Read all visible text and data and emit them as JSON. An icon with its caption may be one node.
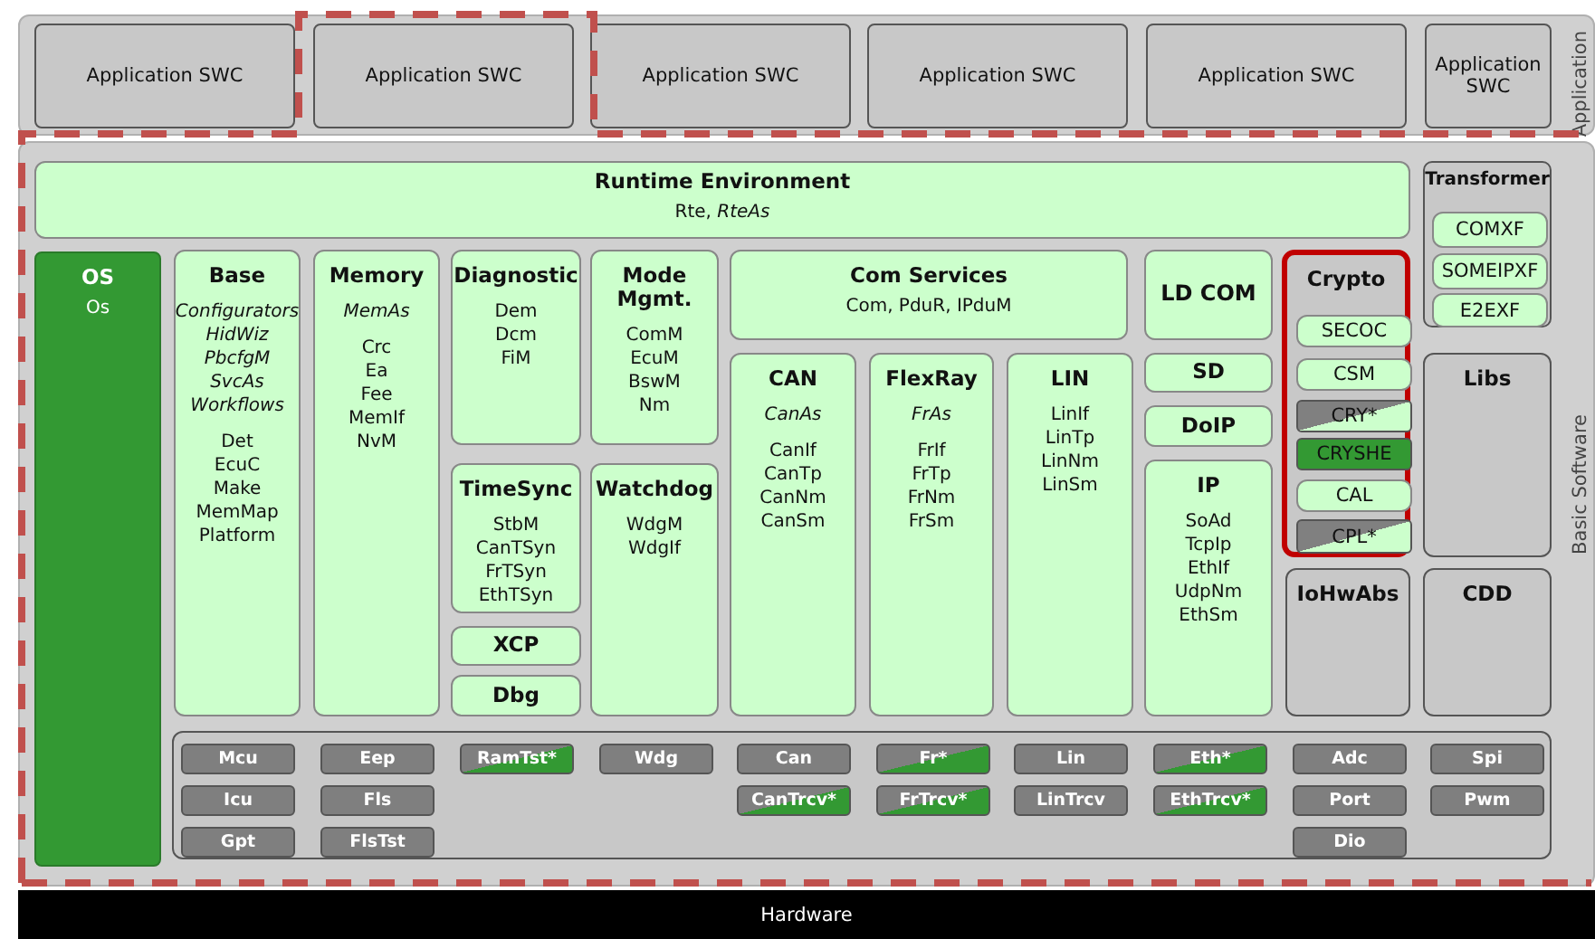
{
  "diagram": {
    "nodes": [
      {
        "text": [
          "Application"
        ]
      },
      {
        "text": [
          "Application SWC"
        ],
        "in": 0
      },
      {
        "text": [
          "Application SWC"
        ],
        "in": 0
      },
      {
        "text": [
          "Application SWC"
        ],
        "in": 0
      },
      {
        "text": [
          "Application SWC"
        ],
        "in": 0
      },
      {
        "text": [
          "Application SWC"
        ],
        "in": 0
      },
      {
        "text": [
          "Application SWC"
        ],
        "in": 0
      },
      {
        "text": [
          "Basic Software"
        ]
      },
      {
        "text": [
          "Runtime Environment",
          "Rte, *RteAs*"
        ],
        "in": 7
      },
      {
        "text": [
          "Transformer"
        ],
        "in": 7
      },
      {
        "text": [
          "COMXF"
        ],
        "in": 9
      },
      {
        "text": [
          "SOMEIPXF"
        ],
        "in": 9
      },
      {
        "text": [
          "E2EXF"
        ],
        "in": 9
      },
      {
        "text": [
          "OS",
          "Os"
        ],
        "in": 7
      },
      {
        "text": [
          "Base",
          "*Configurators HidWiz PbcfgM SvcAs Workflows*",
          "Det EcuC Make MemMap Platform"
        ],
        "in": 7
      },
      {
        "text": [
          "Memory",
          "*MemAs*",
          "Crc Ea Fee MemIf NvM"
        ],
        "in": 7
      },
      {
        "text": [
          "Diagnostic",
          "Dem Dcm FiM"
        ],
        "in": 7
      },
      {
        "text": [
          "Mode Mgmt.",
          "ComM EcuM BswM Nm"
        ],
        "in": 7
      },
      {
        "text": [
          "Com Services",
          "Com, PduR, IPduM"
        ],
        "in": 7
      },
      {
        "text": [
          "LD COM"
        ],
        "in": 7
      },
      {
        "text": [
          "Crypto"
        ],
        "in": 7
      },
      {
        "text": [
          "SECOC"
        ],
        "in": 20
      },
      {
        "text": [
          "CSM"
        ],
        "in": 20
      },
      {
        "text": [
          "CRY*"
        ],
        "in": 20
      },
      {
        "text": [
          "CRYSHE"
        ],
        "in": 20
      },
      {
        "text": [
          "CAL"
        ],
        "in": 20
      },
      {
        "text": [
          "CPL*"
        ],
        "in": 20
      },
      {
        "text": [
          "Libs"
        ],
        "in": 7
      },
      {
        "text": [
          "TimeSync",
          "StbM CanTSyn FrTSyn EthTSyn"
        ],
        "in": 7
      },
      {
        "text": [
          "Watchdog",
          "WdgM WdgIf"
        ],
        "in": 7
      },
      {
        "text": [
          "CAN",
          "*CanAs*",
          "CanIf CanTp CanNm CanSm"
        ],
        "in": 7
      },
      {
        "text": [
          "FlexRay",
          "*FrAs*",
          "FrIf FrTp FrNm FrSm"
        ],
        "in": 7
      },
      {
        "text": [
          "LIN",
          "LinIf LinTp LinNm LinSm"
        ],
        "in": 7
      },
      {
        "text": [
          "SD"
        ],
        "in": 7
      },
      {
        "text": [
          "DoIP"
        ],
        "in": 7
      },
      {
        "text": [
          "IP",
          "SoAd TcpIp EthIf UdpNm EthSm"
        ],
        "in": 7
      },
      {
        "text": [
          "IoHwAbs"
        ],
        "in": 7
      },
      {
        "text": [
          "CDD"
        ],
        "in": 7
      },
      {
        "text": [
          "XCP"
        ],
        "in": 7
      },
      {
        "text": [
          "Dbg"
        ],
        "in": 7
      },
      {
        "text": [],
        "shape": "box",
        "in": 7
      },
      {
        "text": [
          "Mcu"
        ],
        "in": 40
      },
      {
        "text": [
          "Eep"
        ],
        "in": 40
      },
      {
        "text": [
          "RamTst*"
        ],
        "in": 40
      },
      {
        "text": [
          "Wdg"
        ],
        "in": 40
      },
      {
        "text": [
          "Can"
        ],
        "in": 40
      },
      {
        "text": [
          "Fr*"
        ],
        "in": 40
      },
      {
        "text": [
          "Lin"
        ],
        "in": 40
      },
      {
        "text": [
          "Eth*"
        ],
        "in": 40
      },
      {
        "text": [
          "Adc"
        ],
        "in": 40
      },
      {
        "text": [
          "Spi"
        ],
        "in": 40
      },
      {
        "text": [
          "Icu"
        ],
        "in": 40
      },
      {
        "text": [
          "Fls"
        ],
        "in": 40
      },
      {
        "text": [
          "CanTrcv*"
        ],
        "in": 40
      },
      {
        "text": [
          "FrTrcv*"
        ],
        "in": 40
      },
      {
        "text": [
          "LinTrcv"
        ],
        "in": 40
      },
      {
        "text": [
          "EthTrcv*"
        ],
        "in": 40
      },
      {
        "text": [
          "Port"
        ],
        "in": 40
      },
      {
        "text": [
          "Pwm"
        ],
        "in": 40
      },
      {
        "text": [
          "Gpt"
        ],
        "in": 40
      },
      {
        "text": [
          "FlsTst"
        ],
        "in": 40
      },
      {
        "text": [
          "Dio"
        ],
        "in": 40
      },
      {
        "text": [
          "Hardware"
        ]
      }
    ]
  }
}
